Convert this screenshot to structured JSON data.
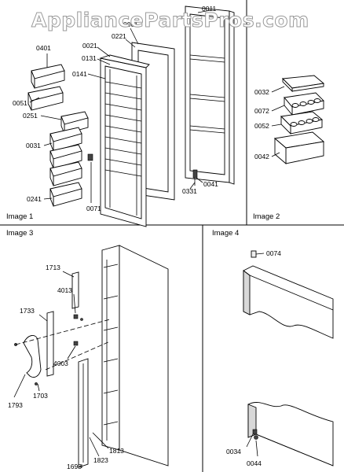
{
  "watermark": "AppliancePartsPros.com",
  "panels": [
    {
      "caption": "Image 1"
    },
    {
      "caption": "Image 2"
    },
    {
      "caption": "Image 3"
    },
    {
      "caption": "Image 4"
    }
  ],
  "labels": {
    "p0011": "0011",
    "p0001": "0001",
    "p0221": "0221",
    "p0021": "0021",
    "p0401": "0401",
    "p0131": "0131",
    "p0141": "0141",
    "p0051": "0051",
    "p0251": "0251",
    "p0031": "0031",
    "p0241": "0241",
    "p0071": "0071",
    "p0331": "0331",
    "p0041": "0041",
    "p0032": "0032",
    "p0072": "0072",
    "p0052": "0052",
    "p0042": "0042",
    "p1713": "1713",
    "p4013": "4013",
    "p1733": "1733",
    "p4003": "4003",
    "p1703": "1703",
    "p1793": "1793",
    "p1813": "1813",
    "p1823": "1823",
    "p1693": "1693",
    "p0074": "0074",
    "p0034": "0034",
    "p0044": "0044"
  }
}
